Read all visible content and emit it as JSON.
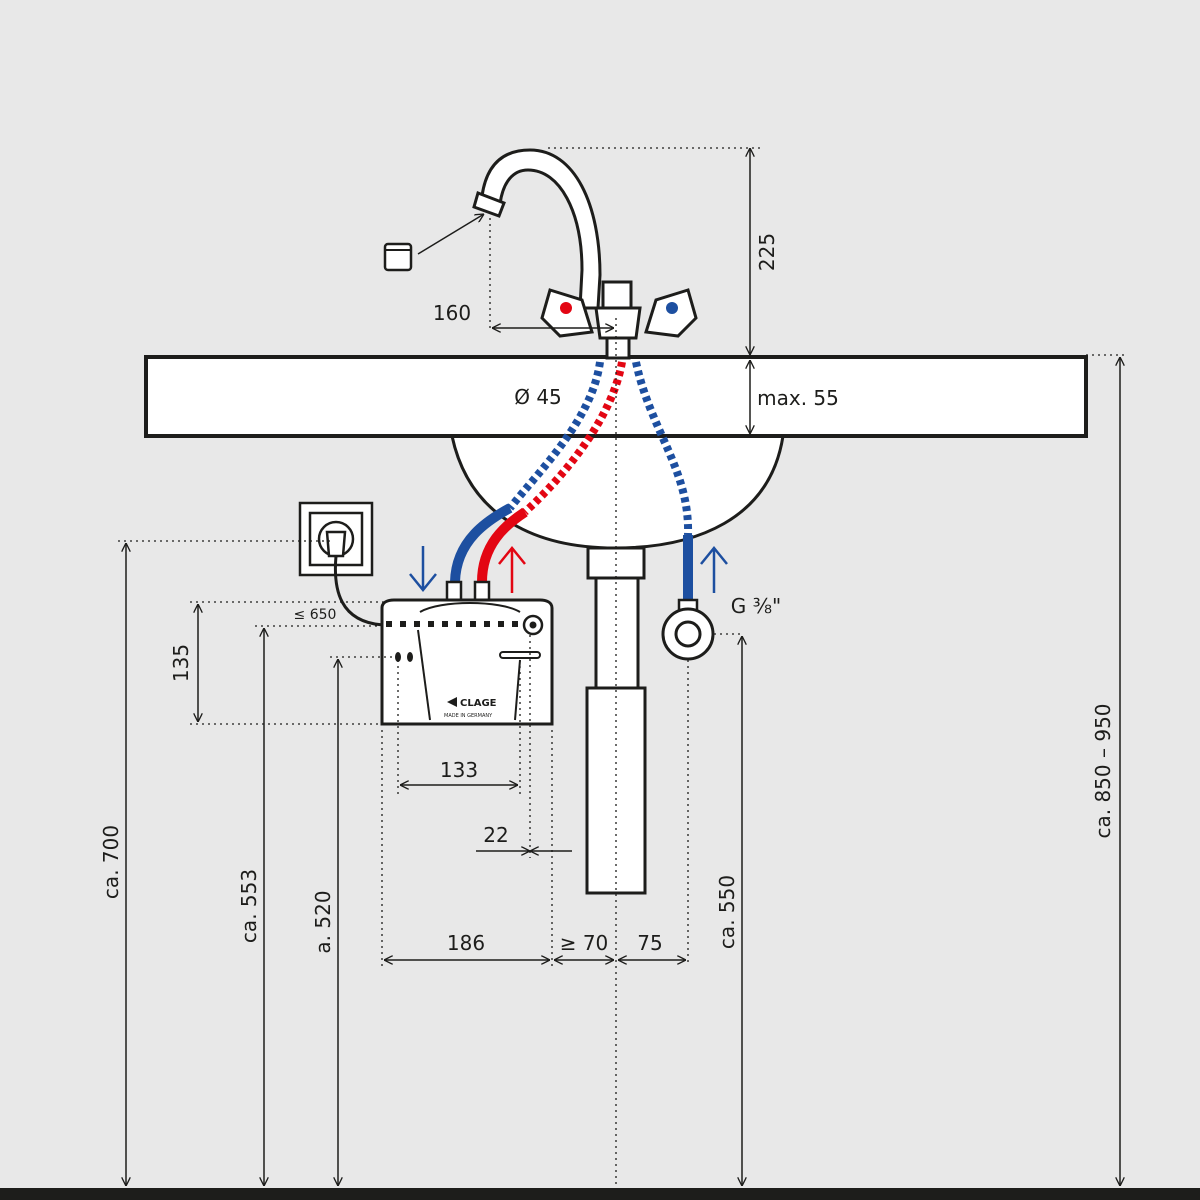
{
  "colors": {
    "background": "#e8e8e8",
    "ink": "#1d1d1b",
    "hot": "#e30613",
    "cold": "#1d4fa0",
    "white": "#ffffff"
  },
  "icons": {
    "aerator": "aerator-icon",
    "socket": "power-socket-icon",
    "cold_arrow": "arrow-down-icon",
    "hot_arrow": "arrow-up-icon",
    "supply_arrow": "arrow-up-icon"
  },
  "device": {
    "brand": "CLAGE",
    "subtext": "MADE IN GERMANY"
  },
  "dimensions": {
    "spout_height": "225",
    "spout_reach": "160",
    "hole_diameter": "Ø 45",
    "max_thickness": "max. 55",
    "cable_length": "≤ 650",
    "device_height": "135",
    "connection_spacing": "133",
    "offset": "22",
    "device_width": "186",
    "min_gap": "≥ 70",
    "supply_offset": "75",
    "thread": "G ⅜\"",
    "socket_height": "ca. 700",
    "device_top_height": "ca. 553",
    "device_connection_height": "a. 520",
    "valve_height": "ca. 550",
    "basin_height": "ca. 850 – 950"
  }
}
